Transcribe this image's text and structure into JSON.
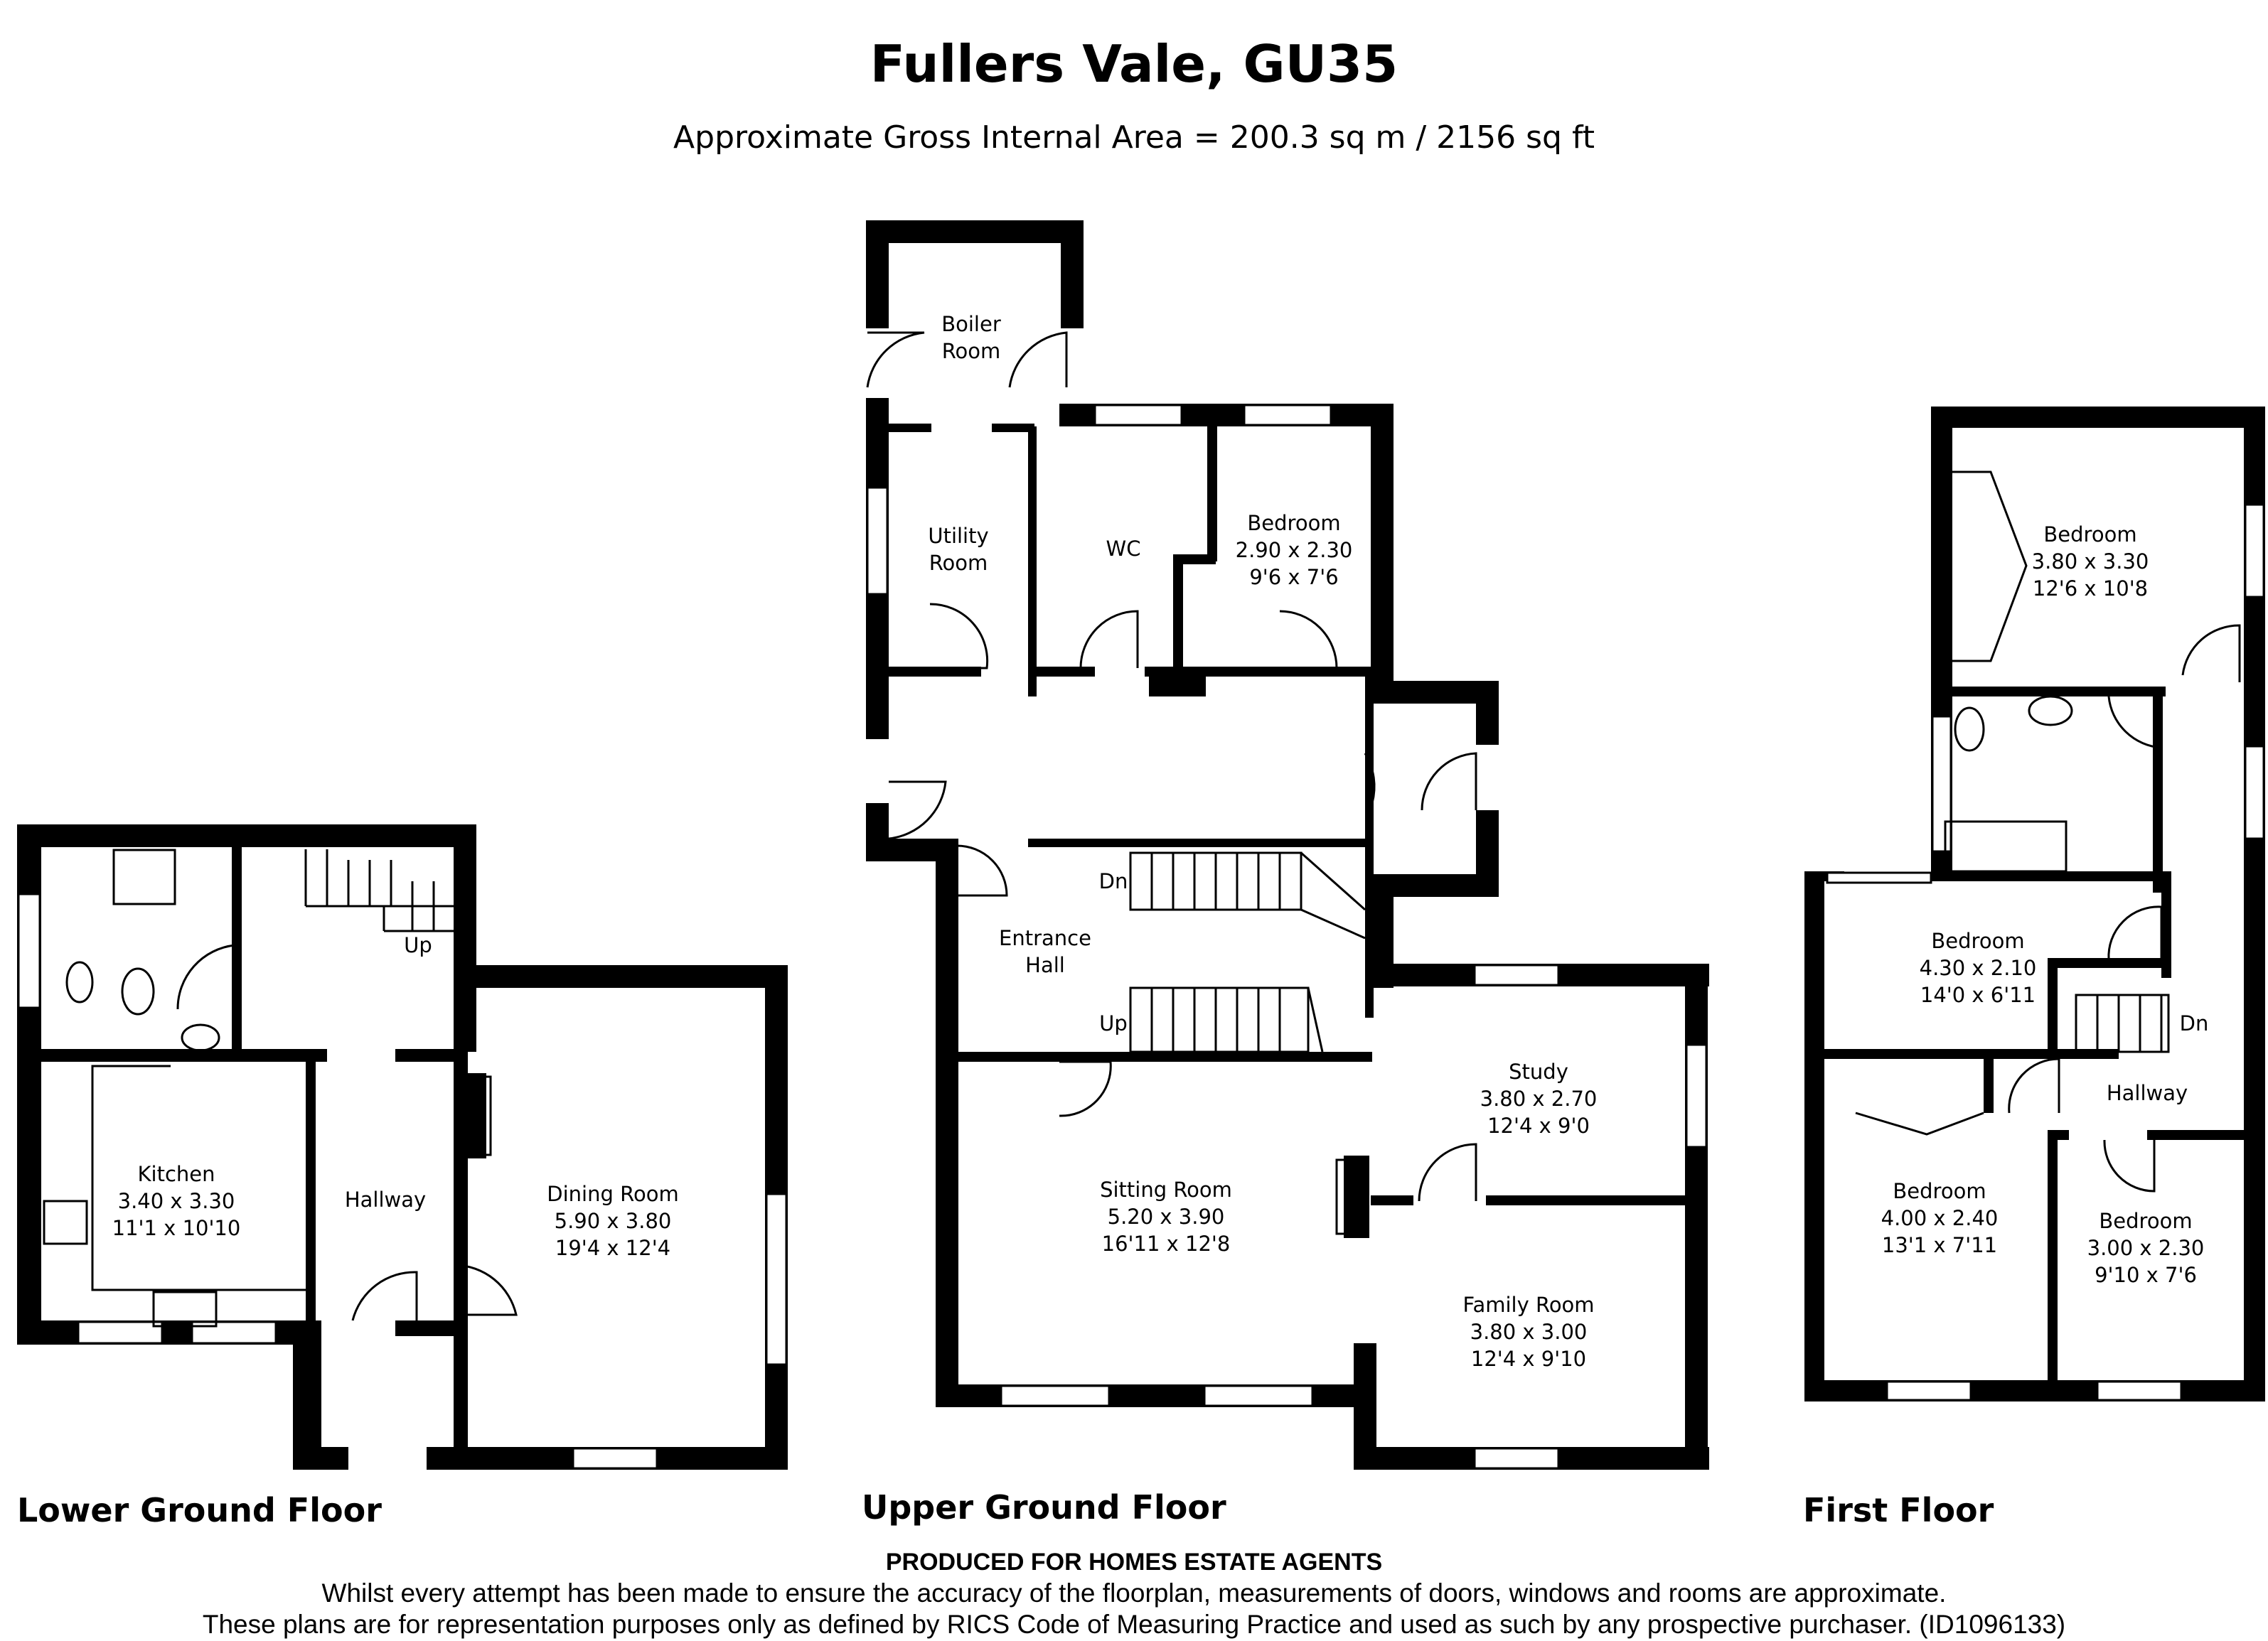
{
  "header": {
    "title": "Fullers Vale, GU35",
    "subtitle": "Approximate Gross Internal Area = 200.3 sq m / 2156 sq ft"
  },
  "floors": {
    "lower": {
      "label": "Lower Ground Floor",
      "rooms": {
        "kitchen": {
          "name": "Kitchen",
          "metric": "3.40 x 3.30",
          "imperial": "11'1 x 10'10"
        },
        "hallway": {
          "name": "Hallway"
        },
        "dining": {
          "name": "Dining Room",
          "metric": "5.90 x 3.80",
          "imperial": "19'4 x 12'4"
        }
      },
      "stair_label": "Up"
    },
    "upper": {
      "label": "Upper Ground Floor",
      "rooms": {
        "boiler": {
          "name": "Boiler",
          "name2": "Room"
        },
        "utility": {
          "name": "Utility",
          "name2": "Room"
        },
        "wc": {
          "name": "WC"
        },
        "bedroom": {
          "name": "Bedroom",
          "metric": "2.90 x 2.30",
          "imperial": "9'6 x 7'6"
        },
        "entrance": {
          "name": "Entrance",
          "name2": "Hall"
        },
        "study": {
          "name": "Study",
          "metric": "3.80 x 2.70",
          "imperial": "12'4 x 9'0"
        },
        "sitting": {
          "name": "Sitting Room",
          "metric": "5.20 x 3.90",
          "imperial": "16'11 x 12'8"
        },
        "family": {
          "name": "Family Room",
          "metric": "3.80 x 3.00",
          "imperial": "12'4 x 9'10"
        }
      },
      "stair_down": "Dn",
      "stair_up": "Up"
    },
    "first": {
      "label": "First Floor",
      "rooms": {
        "bed1": {
          "name": "Bedroom",
          "metric": "3.80 x 3.30",
          "imperial": "12'6 x 10'8"
        },
        "bed2": {
          "name": "Bedroom",
          "metric": "4.30 x 2.10",
          "imperial": "14'0 x 6'11"
        },
        "hallway": {
          "name": "Hallway"
        },
        "bed3": {
          "name": "Bedroom",
          "metric": "4.00 x 2.40",
          "imperial": "13'1 x 7'11"
        },
        "bed4": {
          "name": "Bedroom",
          "metric": "3.00 x 2.30",
          "imperial": "9'10 x 7'6"
        }
      },
      "stair_label": "Dn"
    }
  },
  "footer": {
    "produced_by": "PRODUCED FOR HOMES ESTATE AGENTS",
    "disclaimer_1": "Whilst every attempt has been made to ensure the accuracy of the floorplan, measurements of doors, windows and rooms are approximate.",
    "disclaimer_2": "These plans are for representation purposes only as defined by RICS Code of Measuring Practice and used as such by any prospective purchaser. (ID1096133)"
  }
}
